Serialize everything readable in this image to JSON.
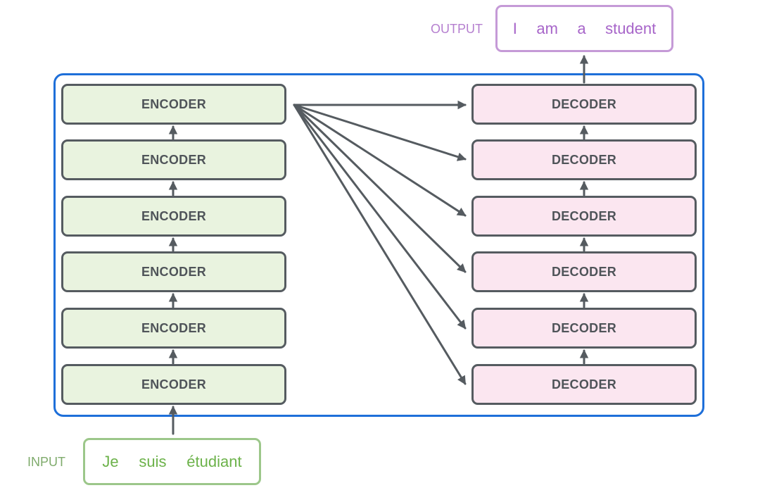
{
  "encoders": [
    "ENCODER",
    "ENCODER",
    "ENCODER",
    "ENCODER",
    "ENCODER",
    "ENCODER"
  ],
  "decoders": [
    "DECODER",
    "DECODER",
    "DECODER",
    "DECODER",
    "DECODER",
    "DECODER"
  ],
  "input": {
    "label": "INPUT",
    "words": [
      "Je",
      "suis",
      "étudiant"
    ]
  },
  "output": {
    "label": "OUTPUT",
    "words": [
      "I",
      "am",
      "a",
      "student"
    ]
  },
  "colors": {
    "frame": "#1e6fd9",
    "block_border": "#555b60",
    "encoder_fill": "#e9f3df",
    "decoder_fill": "#fbe6f0",
    "input_accent": "#9cc78a",
    "output_accent": "#c59ad7",
    "arrow": "#555b60"
  }
}
